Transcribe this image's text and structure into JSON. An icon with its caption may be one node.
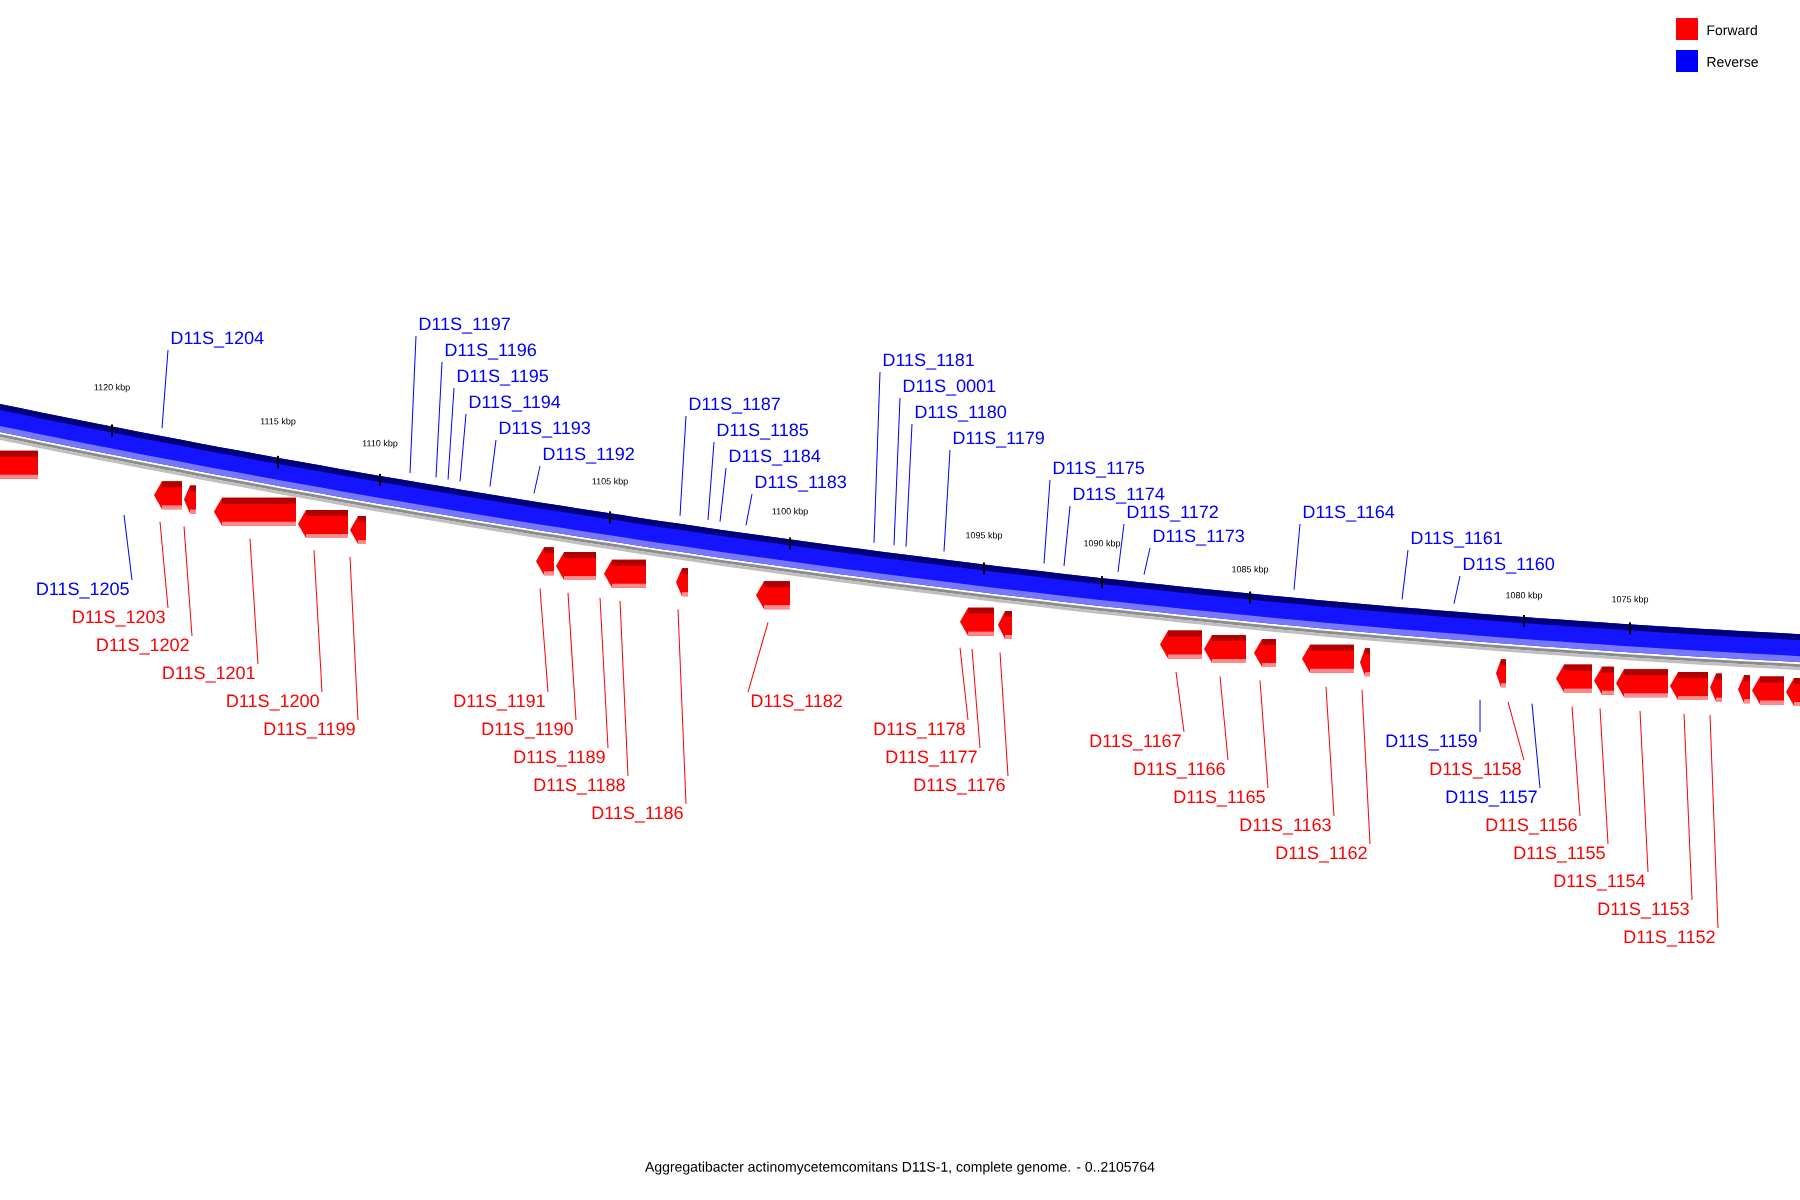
{
  "diagram": {
    "caption": "Aggregatibacter actinomycetemcomitans D11S-1, complete genome. - 0..2105764",
    "nodes": [
      {
        "text": [
          "D11S_1204"
        ]
      },
      {
        "text": [
          "D11S_1197"
        ]
      },
      {
        "text": [
          "D11S_1196"
        ]
      },
      {
        "text": [
          "D11S_1195"
        ]
      },
      {
        "text": [
          "D11S_1194"
        ]
      },
      {
        "text": [
          "D11S_1193"
        ]
      },
      {
        "text": [
          "D11S_1192"
        ]
      },
      {
        "text": [
          "D11S_1187"
        ]
      },
      {
        "text": [
          "D11S_1185"
        ]
      },
      {
        "text": [
          "D11S_1184"
        ]
      },
      {
        "text": [
          "D11S_1183"
        ]
      },
      {
        "text": [
          "D11S_1181"
        ]
      },
      {
        "text": [
          "D11S_0001"
        ]
      },
      {
        "text": [
          "D11S_1180"
        ]
      },
      {
        "text": [
          "D11S_1179"
        ]
      },
      {
        "text": [
          "D11S_1175"
        ]
      },
      {
        "text": [
          "D11S_1174"
        ]
      },
      {
        "text": [
          "D11S_1172"
        ]
      },
      {
        "text": [
          "D11S_1173"
        ]
      },
      {
        "text": [
          "D11S_1164"
        ]
      },
      {
        "text": [
          "D11S_1161"
        ]
      },
      {
        "text": [
          "D11S_1160"
        ]
      },
      {
        "text": [
          "D11S_1205"
        ]
      },
      {
        "text": [
          "D11S_1203"
        ]
      },
      {
        "text": [
          "D11S_1202"
        ]
      },
      {
        "text": [
          "D11S_1201"
        ]
      },
      {
        "text": [
          "D11S_1200"
        ]
      },
      {
        "text": [
          "D11S_1199"
        ]
      },
      {
        "text": [
          "D11S_1191"
        ]
      },
      {
        "text": [
          "D11S_1190"
        ]
      },
      {
        "text": [
          "D11S_1189"
        ]
      },
      {
        "text": [
          "D11S_1188"
        ]
      },
      {
        "text": [
          "D11S_1186"
        ]
      },
      {
        "text": [
          "D11S_1182"
        ]
      },
      {
        "text": [
          "D11S_1178"
        ]
      },
      {
        "text": [
          "D11S_1177"
        ]
      },
      {
        "text": [
          "D11S_1176"
        ]
      },
      {
        "text": [
          "D11S_1167"
        ]
      },
      {
        "text": [
          "D11S_1166"
        ]
      },
      {
        "text": [
          "D11S_1165"
        ]
      },
      {
        "text": [
          "D11S_1163"
        ]
      },
      {
        "text": [
          "D11S_1162"
        ]
      },
      {
        "text": [
          "D11S_1159"
        ]
      },
      {
        "text": [
          "D11S_1158"
        ]
      },
      {
        "text": [
          "D11S_1157"
        ]
      },
      {
        "text": [
          "D11S_1156"
        ]
      },
      {
        "text": [
          "D11S_1155"
        ]
      },
      {
        "text": [
          "D11S_1154"
        ]
      },
      {
        "text": [
          "D11S_1153"
        ]
      },
      {
        "text": [
          "D11S_1152"
        ]
      }
    ],
    "edges": [
      {
        "from": 0,
        "to": null,
        "arrow": "none",
        "color": "#0000ff"
      },
      {
        "from": 1,
        "to": null,
        "arrow": "none",
        "color": "#0000ff"
      },
      {
        "from": 2,
        "to": null,
        "arrow": "none",
        "color": "#0000ff"
      },
      {
        "from": 3,
        "to": null,
        "arrow": "none",
        "color": "#0000ff"
      },
      {
        "from": 4,
        "to": null,
        "arrow": "none",
        "color": "#0000ff"
      },
      {
        "from": 5,
        "to": null,
        "arrow": "none",
        "color": "#0000ff"
      },
      {
        "from": 6,
        "to": null,
        "arrow": "none",
        "color": "#0000ff"
      },
      {
        "from": 7,
        "to": null,
        "arrow": "none",
        "color": "#0000ff"
      },
      {
        "from": 8,
        "to": null,
        "arrow": "none",
        "color": "#0000ff"
      },
      {
        "from": 9,
        "to": null,
        "arrow": "none",
        "color": "#0000ff"
      },
      {
        "from": 10,
        "to": null,
        "arrow": "none",
        "color": "#0000ff"
      },
      {
        "from": 11,
        "to": null,
        "arrow": "none",
        "color": "#0000ff"
      },
      {
        "from": 12,
        "to": null,
        "arrow": "none",
        "color": "#0000ff"
      },
      {
        "from": 13,
        "to": null,
        "arrow": "none",
        "color": "#0000ff"
      },
      {
        "from": 14,
        "to": null,
        "arrow": "none",
        "color": "#0000ff"
      },
      {
        "from": 15,
        "to": null,
        "arrow": "none",
        "color": "#0000ff"
      },
      {
        "from": 16,
        "to": null,
        "arrow": "none",
        "color": "#0000ff"
      },
      {
        "from": 17,
        "to": null,
        "arrow": "none",
        "color": "#0000ff"
      },
      {
        "from": 18,
        "to": null,
        "arrow": "none",
        "color": "#0000ff"
      },
      {
        "from": 19,
        "to": null,
        "arrow": "none",
        "color": "#0000ff"
      },
      {
        "from": 20,
        "to": null,
        "arrow": "none",
        "color": "#0000ff"
      },
      {
        "from": 21,
        "to": null,
        "arrow": "none",
        "color": "#0000ff"
      },
      {
        "from": 22,
        "to": null,
        "arrow": "none",
        "color": "#0000ff"
      },
      {
        "from": 23,
        "to": null,
        "arrow": "none",
        "color": "#ff0000"
      },
      {
        "from": 24,
        "to": null,
        "arrow": "none",
        "color": "#ff0000"
      },
      {
        "from": 25,
        "to": null,
        "arrow": "none",
        "color": "#ff0000"
      },
      {
        "from": 26,
        "to": null,
        "arrow": "none",
        "color": "#ff0000"
      },
      {
        "from": 27,
        "to": null,
        "arrow": "none",
        "color": "#ff0000"
      },
      {
        "from": 28,
        "to": null,
        "arrow": "none",
        "color": "#ff0000"
      },
      {
        "from": 29,
        "to": null,
        "arrow": "none",
        "color": "#ff0000"
      },
      {
        "from": 30,
        "to": null,
        "arrow": "none",
        "color": "#ff0000"
      },
      {
        "from": 31,
        "to": null,
        "arrow": "none",
        "color": "#ff0000"
      },
      {
        "from": 32,
        "to": null,
        "arrow": "none",
        "color": "#ff0000"
      },
      {
        "from": 33,
        "to": null,
        "arrow": "none",
        "color": "#ff0000"
      },
      {
        "from": 34,
        "to": null,
        "arrow": "none",
        "color": "#ff0000"
      },
      {
        "from": 35,
        "to": null,
        "arrow": "none",
        "color": "#ff0000"
      },
      {
        "from": 36,
        "to": null,
        "arrow": "none",
        "color": "#ff0000"
      },
      {
        "from": 37,
        "to": null,
        "arrow": "none",
        "color": "#ff0000"
      },
      {
        "from": 38,
        "to": null,
        "arrow": "none",
        "color": "#ff0000"
      },
      {
        "from": 39,
        "to": null,
        "arrow": "none",
        "color": "#ff0000"
      },
      {
        "from": 40,
        "to": null,
        "arrow": "none",
        "color": "#ff0000"
      },
      {
        "from": 41,
        "to": null,
        "arrow": "none",
        "color": "#ff0000"
      },
      {
        "from": 42,
        "to": null,
        "arrow": "none",
        "color": "#0000ff"
      },
      {
        "from": 43,
        "to": null,
        "arrow": "none",
        "color": "#ff0000"
      },
      {
        "from": 44,
        "to": null,
        "arrow": "none",
        "color": "#0000ff"
      },
      {
        "from": 45,
        "to": null,
        "arrow": "none",
        "color": "#ff0000"
      },
      {
        "from": 46,
        "to": null,
        "arrow": "none",
        "color": "#ff0000"
      },
      {
        "from": 47,
        "to": null,
        "arrow": "none",
        "color": "#ff0000"
      },
      {
        "from": 48,
        "to": null,
        "arrow": "none",
        "color": "#ff0000"
      },
      {
        "from": 49,
        "to": null,
        "arrow": "none",
        "color": "#ff0000"
      }
    ],
    "labels": [
      "1120 kbp",
      "1115 kbp",
      "1110 kbp",
      "1105 kbp",
      "1100 kbp",
      "1095 kbp",
      "1090 kbp",
      "1085 kbp",
      "1080 kbp",
      "1075 kbp"
    ],
    "legend": [
      {
        "text": "Forward",
        "color": "#ff0000"
      },
      {
        "text": "Reverse",
        "color": "#0000ff"
      }
    ]
  }
}
